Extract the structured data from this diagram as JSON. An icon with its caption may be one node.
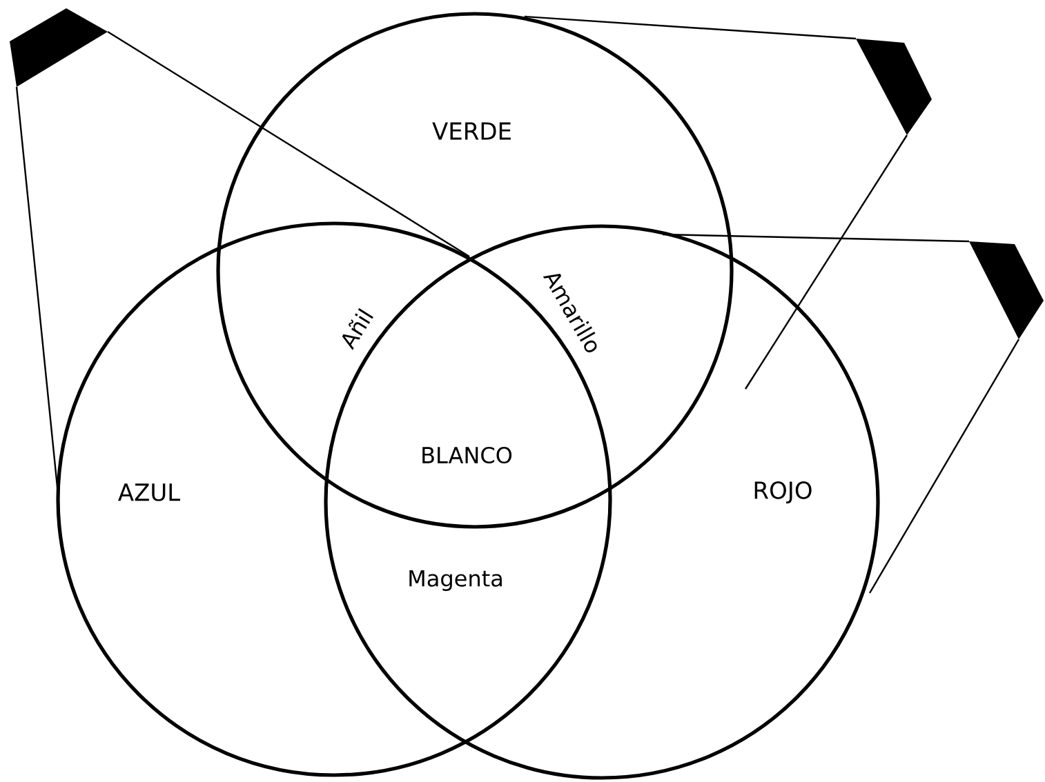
{
  "diagram": {
    "nodes": [
      {
        "text": [
          "VERDE"
        ]
      },
      {
        "text": [
          "AZUL"
        ]
      },
      {
        "text": [
          "ROJO"
        ]
      }
    ],
    "labels": [
      "Añil",
      "Amarillo",
      "BLANCO",
      "Magenta"
    ]
  }
}
